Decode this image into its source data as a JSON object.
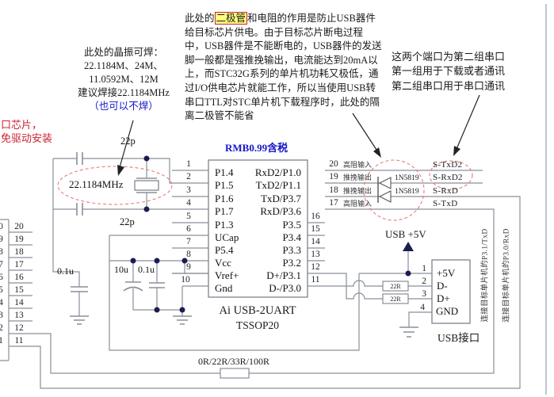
{
  "notes": {
    "left_red": [
      "口芯片，",
      "免驱动安装"
    ],
    "crystal": {
      "lines": [
        "此处的晶振可焊：",
        "22.1184M、24M、",
        "11.0592M、12M",
        "建议焊接22.1184MHz"
      ],
      "blue": "（也可以不焊）"
    },
    "main": {
      "pre": "此处的",
      "highlight": "二极管",
      "post": "和电阻的作用是防止USB器件",
      "rest": [
        "给目标芯片供电。由于目标芯片断电过程",
        "中，USB器件是不能断电的，USB器件的发送",
        "脚一般都是强推挽输出，电流能达到20mA以",
        "上，而STC32G系列的单片机功耗又极低，通",
        "过I/O供电芯片就能工作，所以当使用USB转",
        "串口TTL对STC单片机下载程序时，此处的隔",
        "离二极管不能省"
      ]
    },
    "ports": [
      "这两个端口为第二组串口",
      "第一组用于下载或者通讯",
      "第二组串口用于串口通讯"
    ],
    "price": "RMB0.99含税",
    "vertical": [
      "连接目标单片机的P3.1/TxD",
      "连接目标单片机的P3.0/RxD"
    ]
  },
  "ic": {
    "name": "Ai USB-2UART",
    "package": "TSSOP20",
    "left_pins": [
      {
        "n": "1",
        "label": "P1.4"
      },
      {
        "n": "2",
        "label": "P1.5"
      },
      {
        "n": "3",
        "label": "P1.6"
      },
      {
        "n": "4",
        "label": "P1.7"
      },
      {
        "n": "5",
        "label": "P1.3"
      },
      {
        "n": "6",
        "label": "UCap"
      },
      {
        "n": "7",
        "label": "P5.4"
      },
      {
        "n": "8",
        "label": "Vcc"
      },
      {
        "n": "9",
        "label": "Vref+"
      },
      {
        "n": "10",
        "label": "Gnd"
      }
    ],
    "right_pins": [
      {
        "n": "20",
        "label": "RxD2/P1.0",
        "io": "高阻输入",
        "port": "S-TxD2"
      },
      {
        "n": "19",
        "label": "TxD2/P1.1",
        "io": "推挽输出",
        "port": "S-RxD2"
      },
      {
        "n": "18",
        "label": "TxD/P3.7",
        "io": "推挽输出",
        "port": "S-RxD"
      },
      {
        "n": "17",
        "label": "RxD/P3.6",
        "io": "高阻输入",
        "port": "S-TxD"
      },
      {
        "n": "16",
        "label": "P3.5"
      },
      {
        "n": "15",
        "label": "P3.4"
      },
      {
        "n": "14",
        "label": "P3.3"
      },
      {
        "n": "13",
        "label": "P3.2"
      },
      {
        "n": "12",
        "label": "D+/P3.1"
      },
      {
        "n": "11",
        "label": "D-/P3.0"
      }
    ]
  },
  "components": {
    "crystal": "22.1184MHz",
    "c_top": "22p",
    "c_bottom": "22p",
    "c_vref": "0.1u",
    "c_bulk": "10u",
    "c_dec": "0.1u",
    "d1": "1N5819",
    "d2": "1N5819",
    "r_dm": "22R",
    "r_dp": "22R",
    "r_series": "0R/22R/33R/100R"
  },
  "usb": {
    "rail": "USB +5V",
    "label": "USB接口",
    "pins": [
      {
        "n": "1",
        "label": "+5V"
      },
      {
        "n": "2",
        "label": "D-"
      },
      {
        "n": "3",
        "label": "D+"
      },
      {
        "n": "4",
        "label": "GND"
      }
    ]
  },
  "left_connector": {
    "pins": [
      {
        "n": "20",
        "frag": "0"
      },
      {
        "n": "19",
        "frag": "9"
      },
      {
        "n": "18",
        "frag": "8"
      },
      {
        "n": "17",
        "frag": "7"
      },
      {
        "n": "16",
        "frag": "6"
      },
      {
        "n": "15",
        "frag": "5"
      },
      {
        "n": "14",
        "frag": "4"
      },
      {
        "n": "13",
        "frag": "3"
      },
      {
        "n": "12",
        "frag": "2"
      },
      {
        "n": "11",
        "frag": "1"
      }
    ]
  },
  "colors": {
    "wire": "#8a8f99",
    "dot": "#1c1c52",
    "red": "#cc2433",
    "pink": "#e87a7a",
    "blue": "#1518c8",
    "highlight": "#ffff80"
  }
}
